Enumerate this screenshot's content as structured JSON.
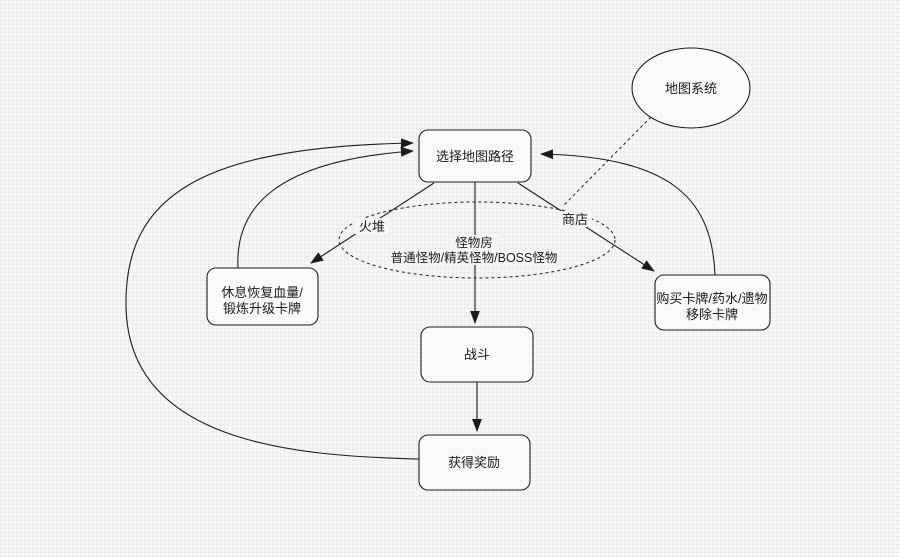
{
  "diagram": {
    "nodes": {
      "map_system": {
        "label": "地图系统"
      },
      "choose_path": {
        "label": "选择地图路径"
      },
      "monster_room": {
        "title": "怪物房",
        "subtitle": "普通怪物/精英怪物/BOSS怪物"
      },
      "rest": {
        "line1": "休息恢复血量/",
        "line2": "锻炼升级卡牌"
      },
      "shop": {
        "line1": "购买卡牌/药水/遗物",
        "line2": "移除卡牌"
      },
      "battle": {
        "label": "战斗"
      },
      "reward": {
        "label": "获得奖励"
      }
    },
    "edge_labels": {
      "campfire": "火堆",
      "shop": "商店"
    },
    "colors": {
      "stroke": "#1c1c1c",
      "node_fill": "#ffffff",
      "canvas": "#f5f6f5",
      "text": "#1a1a1a"
    }
  }
}
